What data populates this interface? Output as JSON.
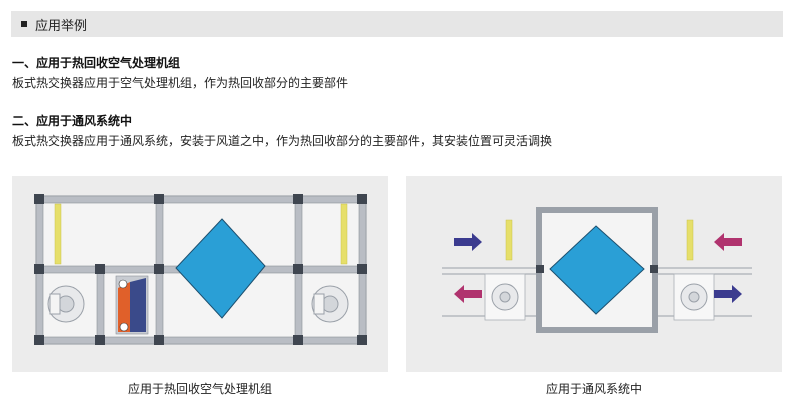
{
  "header": {
    "title": "应用举例"
  },
  "sections": [
    {
      "heading": "一、应用于热回收空气处理机组",
      "body": "板式热交换器应用于空气处理机组，作为热回收部分的主要部件"
    },
    {
      "heading": "二、应用于通风系统中",
      "body": "板式热交换器应用于通风系统，安装于风道之中，作为热回收部分的主要部件，其安装位置可灵活调换"
    }
  ],
  "figures": [
    {
      "caption": "应用于热回收空气处理机组"
    },
    {
      "caption": "应用于通风系统中"
    }
  ],
  "colors": {
    "exchanger_blue": "#2a9fd6",
    "frame_gray": "#b4b8bf",
    "arrow_navy": "#3b3b8f",
    "arrow_magenta": "#b0336e",
    "filter_yellow": "#e6df6a"
  }
}
